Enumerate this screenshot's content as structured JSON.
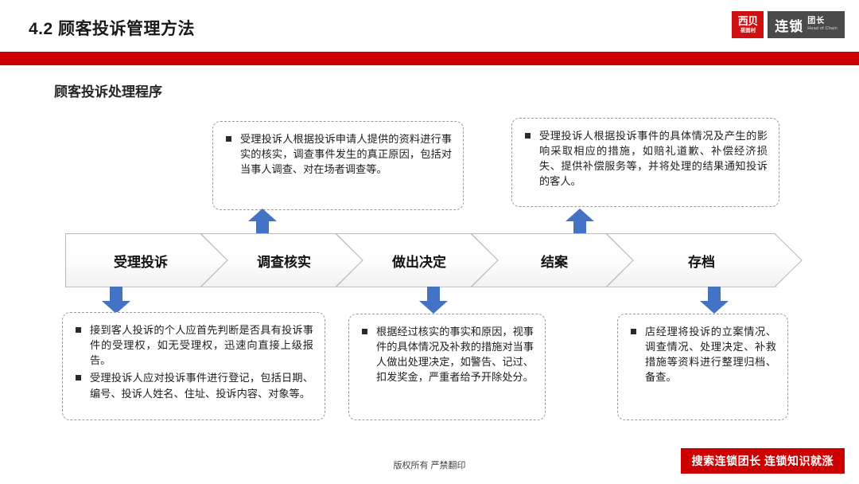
{
  "header": {
    "title": "4.2 顾客投诉管理方法",
    "logo": {
      "mark_top": "西贝",
      "mark_bottom": "莜面村",
      "word_main": "连锁",
      "word_sub_cn": "团长",
      "word_sub_en": "Head of Chain"
    },
    "accent_color": "#CC0000"
  },
  "section": {
    "heading": "顾客投诉处理程序"
  },
  "process": {
    "steps": [
      {
        "label": "受理投诉"
      },
      {
        "label": "调查核实"
      },
      {
        "label": "做出决定"
      },
      {
        "label": "结案"
      },
      {
        "label": "存档"
      }
    ],
    "arrow_color": "#4472C4"
  },
  "callouts": {
    "top": [
      {
        "id": "top-1",
        "linked_step": "调查核实",
        "bullets": [
          "受理投诉人根据投诉申请人提供的资料进行事实的核实，调查事件发生的真正原因，包括对当事人调查、对在场者调查等。"
        ]
      },
      {
        "id": "top-2",
        "linked_step": "结案",
        "bullets": [
          "受理投诉人根据投诉事件的具体情况及产生的影响采取相应的措施，如赔礼道歉、补偿经济损失、提供补偿服务等，并将处理的结果通知投诉的客人。"
        ]
      }
    ],
    "bottom": [
      {
        "id": "bot-1",
        "linked_step": "受理投诉",
        "bullets": [
          "接到客人投诉的个人应首先判断是否具有投诉事件的受理权，如无受理权，迅速向直接上级报告。",
          "受理投诉人应对投诉事件进行登记，包括日期、编号、投诉人姓名、住址、投诉内容、对象等。"
        ]
      },
      {
        "id": "bot-2",
        "linked_step": "做出决定",
        "bullets": [
          "根据经过核实的事实和原因，视事件的具体情况及补救的措施对当事人做出处理决定，如警告、记过、扣发奖金，严重者给予开除处分。"
        ]
      },
      {
        "id": "bot-3",
        "linked_step": "存档",
        "bullets": [
          "店经理将投诉的立案情况、调查情况、处理决定、补救措施等资料进行整理归档、备查。"
        ]
      }
    ]
  },
  "footer": {
    "copyright": "版权所有 严禁翻印",
    "banner": "搜索连锁团长 连锁知识就涨"
  }
}
